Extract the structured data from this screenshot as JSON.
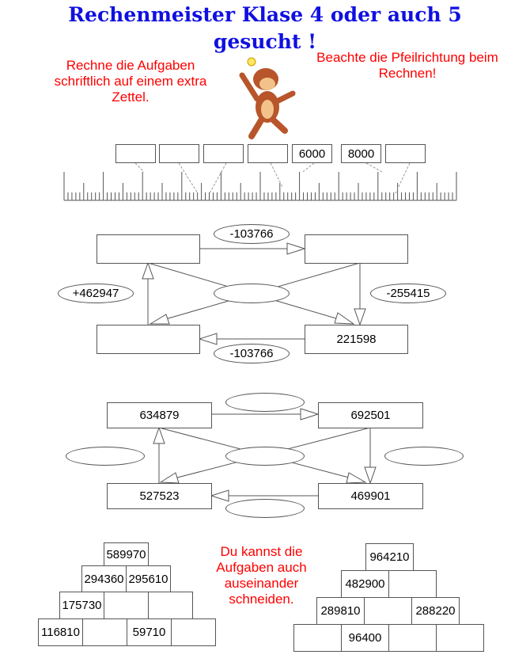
{
  "title_line1": "Rechenmeister Klase 4 oder auch 5",
  "title_line2": "gesucht !",
  "note_left": "Rechne die Aufgaben schriftlich auf einem extra Zettel.",
  "note_right": "Beachte die Pfeilrichtung beim Rechnen!",
  "note_center": "Du kannst die Aufgaben auch auseinander schneiden.",
  "ruler_boxes": [
    "",
    "",
    "",
    "",
    "6000",
    "8000",
    ""
  ],
  "diagram1": {
    "boxes": [
      "",
      "",
      "",
      "221598"
    ],
    "ellipses": {
      "top": "-103766",
      "left": "+462947",
      "center": "",
      "right": "-255415",
      "bottom": "-103766"
    }
  },
  "diagram2": {
    "boxes": [
      "634879",
      "692501",
      "527523",
      "469901"
    ],
    "ellipses": {
      "top": "",
      "left": "",
      "center": "",
      "right": "",
      "bottom": ""
    }
  },
  "pyramid_left": [
    [
      "589970"
    ],
    [
      "294360",
      "295610"
    ],
    [
      "175730",
      "",
      ""
    ],
    [
      "116810",
      "",
      "59710",
      ""
    ]
  ],
  "pyramid_right": [
    [
      "964210"
    ],
    [
      "482900",
      ""
    ],
    [
      "289810",
      "",
      "288220"
    ],
    [
      "",
      "96400",
      "",
      ""
    ]
  ]
}
